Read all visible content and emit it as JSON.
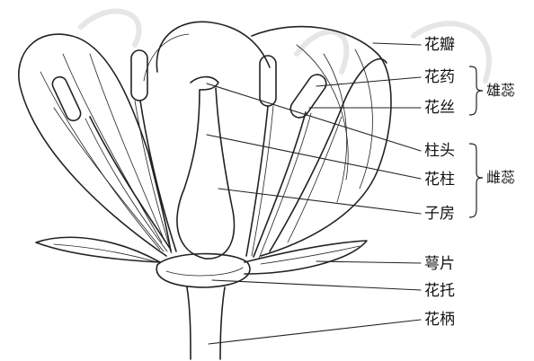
{
  "figure": {
    "labels": {
      "petal": "花瓣",
      "anther": "花药",
      "filament": "花丝",
      "stigma": "柱头",
      "style": "花柱",
      "ovary": "子房",
      "sepal": "萼片",
      "receptacle": "花托",
      "pedicel": "花柄"
    },
    "groups": {
      "stamen": "雄蕊",
      "pistil": "雌蕊"
    }
  }
}
